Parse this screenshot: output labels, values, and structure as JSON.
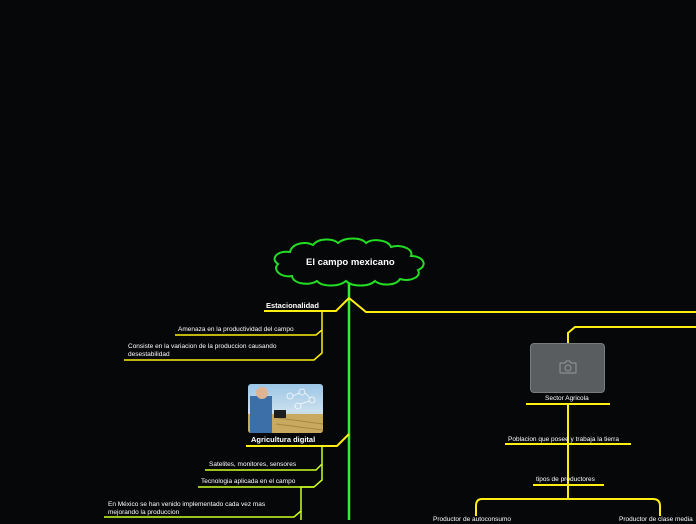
{
  "root": {
    "title": "El campo mexicano"
  },
  "branches": {
    "estacionalidad": {
      "label": "Estacionalidad",
      "items": [
        "Amenaza en la productividad del campo",
        "Consiste en la variacion de la produccion causando desestabilidad"
      ]
    },
    "agricultura_digital": {
      "label": "Agricultura digital",
      "items": [
        "Satelites, monitores, sensores",
        "Tecnologia aplicada en el campo",
        "En México se han venido implementado cada vez mas mejorando la produccion"
      ]
    },
    "sector_agricola": {
      "label": "Sector Agricola",
      "items": [
        "Poblacion que posee y trabaja la tierra",
        "tipos de productores"
      ],
      "sub_items": [
        "Productor de autoconsumo",
        "Productor de clase media"
      ]
    }
  },
  "colors": {
    "background": "#050709",
    "trunk": "#33ee33",
    "branch": "#ffee11",
    "sub_branch": "#ccff22",
    "root_border": "#22dd22"
  },
  "icons": {
    "placeholder": "camera-icon",
    "photo": "farmer-tablet-photo"
  }
}
